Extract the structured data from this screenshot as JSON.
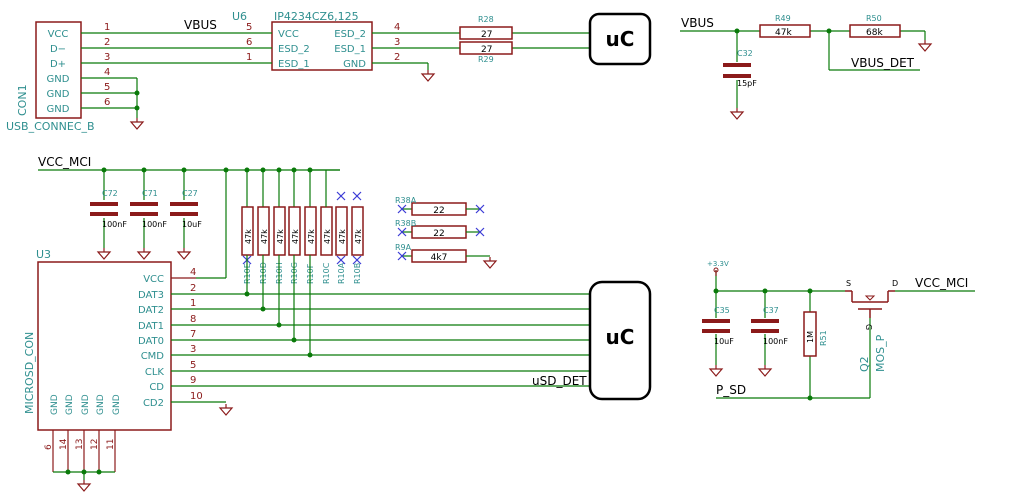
{
  "usb": {
    "ref": "CON1",
    "value": "USB_CONNEC_B",
    "pins": [
      {
        "name": "VCC",
        "num": "1"
      },
      {
        "name": "D−",
        "num": "2"
      },
      {
        "name": "D+",
        "num": "3"
      },
      {
        "name": "GND",
        "num": "4"
      },
      {
        "name": "GND",
        "num": "5"
      },
      {
        "name": "GND",
        "num": "6"
      }
    ]
  },
  "esd": {
    "ref": "U6",
    "value": "IP4234CZ6,125",
    "left_pins": [
      {
        "name": "VCC",
        "num": "5"
      },
      {
        "name": "ESD_2",
        "num": "6"
      },
      {
        "name": "ESD_1",
        "num": "1"
      }
    ],
    "right_pins": [
      {
        "name": "ESD_2",
        "num": "4"
      },
      {
        "name": "ESD_1",
        "num": "3"
      },
      {
        "name": "GND",
        "num": "2"
      }
    ]
  },
  "nets": {
    "vbus": "VBUS",
    "vbus_det": "VBUS_DET",
    "vcc_mci": "VCC_MCI",
    "usd_det": "uSD_DET",
    "p_sd": "P_SD",
    "v33": "+3.3V"
  },
  "uc_top": "uC",
  "uc_bottom": "uC",
  "resistors_top": [
    {
      "ref": "R28",
      "value": "27"
    },
    {
      "ref": "R29",
      "value": "27"
    },
    {
      "ref": "R49",
      "value": "47k"
    },
    {
      "ref": "R50",
      "value": "68k"
    }
  ],
  "c32": {
    "ref": "C32",
    "value": "15pF"
  },
  "mci_caps": [
    {
      "ref": "C72",
      "value": "100nF"
    },
    {
      "ref": "C71",
      "value": "100nF"
    },
    {
      "ref": "C27",
      "value": "10uF"
    }
  ],
  "pullups": [
    {
      "ref": "R10E",
      "value": "47k",
      "x": true
    },
    {
      "ref": "R10D",
      "value": "47k",
      "x": false
    },
    {
      "ref": "R10H",
      "value": "47k",
      "x": false
    },
    {
      "ref": "R10G",
      "value": "47k",
      "x": false
    },
    {
      "ref": "R10F",
      "value": "47k",
      "x": false
    },
    {
      "ref": "R10C",
      "value": "47k",
      "x": false
    },
    {
      "ref": "R10A",
      "value": "47k",
      "x": true
    },
    {
      "ref": "R10B",
      "value": "47k",
      "x": true
    }
  ],
  "small_res": [
    {
      "ref": "R38A",
      "value": "22"
    },
    {
      "ref": "R38B",
      "value": "22"
    },
    {
      "ref": "R9A",
      "value": "4k7"
    }
  ],
  "sd": {
    "ref": "U3",
    "value": "MICROSD_CON",
    "right_pins": [
      {
        "name": "VCC",
        "num": "4"
      },
      {
        "name": "DAT3",
        "num": "2"
      },
      {
        "name": "DAT2",
        "num": "1"
      },
      {
        "name": "DAT1",
        "num": "8"
      },
      {
        "name": "DAT0",
        "num": "7"
      },
      {
        "name": "CMD",
        "num": "3"
      },
      {
        "name": "CLK",
        "num": "5"
      },
      {
        "name": "CD",
        "num": "9"
      },
      {
        "name": "CD2",
        "num": "10"
      }
    ],
    "gnd_pins": [
      {
        "name": "GND",
        "num": "6"
      },
      {
        "name": "GND",
        "num": "14"
      },
      {
        "name": "GND",
        "num": "13"
      },
      {
        "name": "GND",
        "num": "12"
      },
      {
        "name": "GND",
        "num": "11"
      }
    ]
  },
  "power_caps": [
    {
      "ref": "C35",
      "value": "10uF"
    },
    {
      "ref": "C37",
      "value": "100nF"
    }
  ],
  "r51": {
    "ref": "R51",
    "value": "1M"
  },
  "q2": {
    "ref": "Q2",
    "value": "MOS_P",
    "s": "S",
    "d": "D",
    "g": "G"
  }
}
